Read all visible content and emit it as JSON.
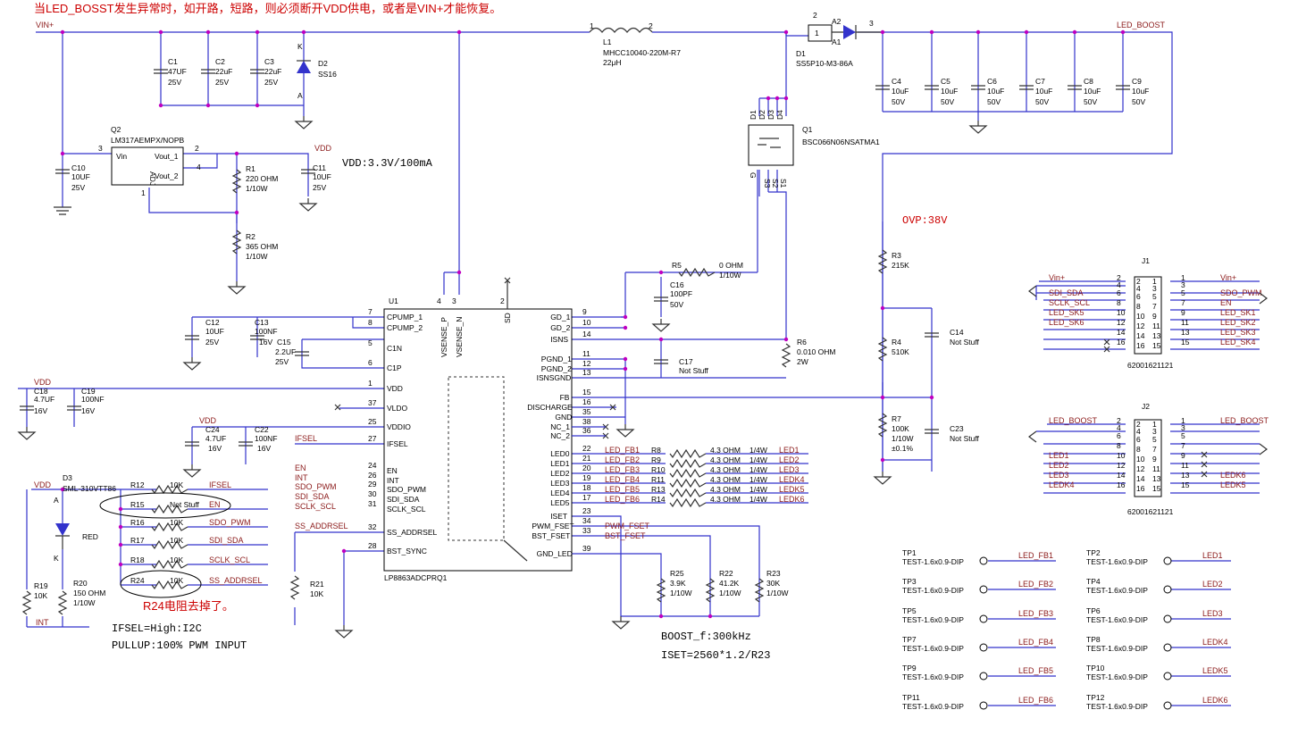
{
  "header_note": "当LED_BOSST发生异常时，如开路，短路，则必须断开VDD供电，或者是VIN+才能恢复。",
  "notes": {
    "vdd_supply": "VDD:3.3V/100mA",
    "ovp": "OVP:38V",
    "ifsel": "IFSEL=High:I2C",
    "pullup": "PULLUP:100% PWM INPUT",
    "r24_removed": "R24电阻去掉了。",
    "boost_freq": "BOOST_f:300kHz",
    "iset_formula": "ISET=2560*1.2/R23"
  },
  "nets": {
    "vin": "VIN+",
    "led_boost": "LED_BOOST",
    "vdd": "VDD",
    "int": "INT",
    "ifsel": "IFSEL",
    "en": "EN",
    "sdo_pwm": "SDO_PWM",
    "sdi_sda": "SDI_SDA",
    "sclk_scl": "SCLK_SCL",
    "ss_addrsel": "SS_ADDRSEL",
    "pwm_fset": "PWM_FSET",
    "bst_fset": "BST_FSET"
  },
  "inductor": {
    "ref": "L1",
    "part": "MHCC10040-220M-R7",
    "value": "22μH",
    "pin1": "1",
    "pin2": "2"
  },
  "diode_d1": {
    "ref": "D1",
    "part": "SS5P10-M3-86A",
    "pin_a2": "2",
    "pin_k": "3",
    "lab_a2": "A2",
    "lab_a1": "A1",
    "lab_1": "1"
  },
  "diode_d2": {
    "ref": "D2",
    "part": "SS16",
    "k": "K",
    "a": "A"
  },
  "input_caps": [
    {
      "ref": "C1",
      "value": "47UF",
      "volt": "25V"
    },
    {
      "ref": "C2",
      "value": "22uF",
      "volt": "25V"
    },
    {
      "ref": "C3",
      "value": "22uF",
      "volt": "25V"
    }
  ],
  "output_caps": [
    {
      "ref": "C4",
      "value": "10uF",
      "volt": "50V"
    },
    {
      "ref": "C5",
      "value": "10uF",
      "volt": "50V"
    },
    {
      "ref": "C6",
      "value": "10uF",
      "volt": "50V"
    },
    {
      "ref": "C7",
      "value": "10uF",
      "volt": "50V"
    },
    {
      "ref": "C8",
      "value": "10uF",
      "volt": "50V"
    },
    {
      "ref": "C9",
      "value": "10uF",
      "volt": "50V"
    }
  ],
  "regulator": {
    "ref": "Q2",
    "part": "LM317AEMPX/NOPB",
    "vin": "Vin",
    "vout1": "Vout_1",
    "vout2": "Vout_2",
    "adj": "ADJ",
    "p3": "3",
    "p2": "2",
    "p4": "4",
    "p1": "1"
  },
  "reg_parts": {
    "c10": {
      "ref": "C10",
      "value": "10UF",
      "volt": "25V"
    },
    "c11": {
      "ref": "C11",
      "value": "10UF",
      "volt": "25V"
    },
    "r1": {
      "ref": "R1",
      "value": "220 OHM",
      "pwr": "1/10W"
    },
    "r2": {
      "ref": "R2",
      "value": "365 OHM",
      "pwr": "1/10W"
    }
  },
  "mosfet": {
    "ref": "Q1",
    "part": "BSC066N06NSATMA1",
    "drains": [
      "D1",
      "D2",
      "D3",
      "D4"
    ],
    "sources": [
      "S3",
      "S2",
      "S1"
    ],
    "gate": "G"
  },
  "ic": {
    "ref": "U1",
    "part": "LP8863ADCPRQ1",
    "left_pins": [
      {
        "num": "7",
        "name": "CPUMP_1"
      },
      {
        "num": "8",
        "name": "CPUMP_2"
      },
      {
        "num": "5",
        "name": "C1N"
      },
      {
        "num": "6",
        "name": "C1P"
      },
      {
        "num": "1",
        "name": "VDD"
      },
      {
        "num": "37",
        "name": "VLDO"
      },
      {
        "num": "25",
        "name": "VDDIO"
      },
      {
        "num": "27",
        "name": "IFSEL"
      },
      {
        "num": "24",
        "name": "EN"
      },
      {
        "num": "26",
        "name": "INT"
      },
      {
        "num": "29",
        "name": "SDO_PWM"
      },
      {
        "num": "30",
        "name": "SDI_SDA"
      },
      {
        "num": "31",
        "name": "SCLK_SCL"
      },
      {
        "num": "32",
        "name": "SS_ADDRSEL"
      },
      {
        "num": "28",
        "name": "BST_SYNC"
      }
    ],
    "top_pins": [
      {
        "num": "4",
        "name": "VSENSE_P"
      },
      {
        "num": "3",
        "name": "VSENSE_N"
      },
      {
        "num": "2",
        "name": "SD"
      }
    ],
    "right_pins": [
      {
        "num": "9",
        "name": "GD_1"
      },
      {
        "num": "10",
        "name": "GD_2"
      },
      {
        "num": "14",
        "name": "ISNS"
      },
      {
        "num": "11",
        "name": "PGND_1"
      },
      {
        "num": "12",
        "name": "PGND_2"
      },
      {
        "num": "13",
        "name": "ISNSGND"
      },
      {
        "num": "15",
        "name": "FB"
      },
      {
        "num": "16",
        "name": "DISCHARGE"
      },
      {
        "num": "35",
        "name": "GND"
      },
      {
        "num": "38",
        "name": "NC_1"
      },
      {
        "num": "36",
        "name": "NC_2"
      },
      {
        "num": "22",
        "name": "LED0"
      },
      {
        "num": "21",
        "name": "LED1"
      },
      {
        "num": "20",
        "name": "LED2"
      },
      {
        "num": "19",
        "name": "LED3"
      },
      {
        "num": "18",
        "name": "LED4"
      },
      {
        "num": "17",
        "name": "LED5"
      },
      {
        "num": "23",
        "name": "ISET"
      },
      {
        "num": "34",
        "name": "PWM_FSET"
      },
      {
        "num": "33",
        "name": "BST_FSET"
      },
      {
        "num": "39",
        "name": "GND_LED"
      }
    ]
  },
  "ic_side_parts": {
    "c12": {
      "ref": "C12",
      "value": "10UF",
      "volt": "25V"
    },
    "c13": {
      "ref": "C13",
      "value": "100NF",
      "volt": "16V"
    },
    "c15": {
      "ref": "C15",
      "value": "2.2UF",
      "volt": "25V"
    },
    "c18": {
      "ref": "C18",
      "value": "4.7UF",
      "volt": "16V"
    },
    "c19": {
      "ref": "C19",
      "value": "100NF",
      "volt": "16V"
    },
    "c24": {
      "ref": "C24",
      "value": "4.7UF",
      "volt": "16V"
    },
    "c22": {
      "ref": "C22",
      "value": "100NF",
      "volt": "16V"
    },
    "r5": {
      "ref": "R5",
      "value": "0 OHM",
      "pwr": "1/10W"
    },
    "c16": {
      "ref": "C16",
      "value": "100PF",
      "volt": "50V"
    },
    "c17": {
      "ref": "C17",
      "value": "Not Stuff"
    },
    "r6": {
      "ref": "R6",
      "value": "0.010 OHM",
      "pwr": "2W"
    },
    "r3": {
      "ref": "R3",
      "value": "215K"
    },
    "r4": {
      "ref": "R4",
      "value": "510K"
    },
    "r7": {
      "ref": "R7",
      "value": "100K",
      "pwr": "1/10W",
      "tol": "±0.1%"
    },
    "c14": {
      "ref": "C14",
      "value": "Not Stuff"
    },
    "c23": {
      "ref": "C23",
      "value": "Not Stuff"
    },
    "r21": {
      "ref": "R21",
      "value": "10K"
    },
    "r25": {
      "ref": "R25",
      "value": "3.9K",
      "pwr": "1/10W"
    },
    "r22": {
      "ref": "R22",
      "value": "41.2K",
      "pwr": "1/10W"
    },
    "r23": {
      "ref": "R23",
      "value": "30K",
      "pwr": "1/10W"
    }
  },
  "led_resistors": [
    {
      "ref": "R8",
      "value": "4.3 OHM",
      "pwr": "1/4W",
      "fb": "LED_FB1",
      "led": "LED1"
    },
    {
      "ref": "R9",
      "value": "4.3 OHM",
      "pwr": "1/4W",
      "fb": "LED_FB2",
      "led": "LED2"
    },
    {
      "ref": "R10",
      "value": "4.3 OHM",
      "pwr": "1/4W",
      "fb": "LED_FB3",
      "led": "LED3"
    },
    {
      "ref": "R11",
      "value": "4.3 OHM",
      "pwr": "1/4W",
      "fb": "LED_FB4",
      "led": "LEDK4"
    },
    {
      "ref": "R13",
      "value": "4.3 OHM",
      "pwr": "1/4W",
      "fb": "LED_FB5",
      "led": "LEDK5"
    },
    {
      "ref": "R14",
      "value": "4.3 OHM",
      "pwr": "1/4W",
      "fb": "LED_FB6",
      "led": "LEDK6"
    }
  ],
  "pullups": [
    {
      "ref": "R12",
      "value": "10K",
      "net": "IFSEL"
    },
    {
      "ref": "R15",
      "value": "Not Stuff",
      "net": "EN"
    },
    {
      "ref": "R16",
      "value": "10K",
      "net": "SDO_PWM"
    },
    {
      "ref": "R17",
      "value": "10K",
      "net": "SDI_SDA"
    },
    {
      "ref": "R18",
      "value": "10K",
      "net": "SCLK_SCL"
    },
    {
      "ref": "R24",
      "value": "10K",
      "net": "SS_ADDRSEL"
    }
  ],
  "led_d3": {
    "ref": "D3",
    "part": "SML-310VTT86",
    "color": "RED",
    "a": "A",
    "k": "K"
  },
  "r19": {
    "ref": "R19",
    "value": "10K"
  },
  "r20": {
    "ref": "R20",
    "value": "150 OHM",
    "pwr": "1/10W"
  },
  "j1": {
    "ref": "J1",
    "part": "62001621121",
    "rows": [
      {
        "l": "Vin+",
        "lp": "2",
        "ip1": "2",
        "ip2": "1",
        "rp": "1",
        "r": "Vin+"
      },
      {
        "l": "",
        "lp": "4",
        "ip1": "4",
        "ip2": "3",
        "rp": "3",
        "r": ""
      },
      {
        "l": "SDI_SDA",
        "lp": "6",
        "ip1": "6",
        "ip2": "5",
        "rp": "5",
        "r": "SDO_PWM"
      },
      {
        "l": "SCLK_SCL",
        "lp": "8",
        "ip1": "8",
        "ip2": "7",
        "rp": "7",
        "r": "EN"
      },
      {
        "l": "LED_SK5",
        "lp": "10",
        "ip1": "10",
        "ip2": "9",
        "rp": "9",
        "r": "LED_SK1"
      },
      {
        "l": "LED_SK6",
        "lp": "12",
        "ip1": "12",
        "ip2": "11",
        "rp": "11",
        "r": "LED_SK2"
      },
      {
        "l": "",
        "lp": "14",
        "ip1": "14",
        "ip2": "13",
        "rp": "13",
        "r": "LED_SK3"
      },
      {
        "l": "",
        "lp": "16",
        "ip1": "16",
        "ip2": "15",
        "rp": "15",
        "r": "LED_SK4"
      }
    ]
  },
  "j2": {
    "ref": "J2",
    "part": "62001621121",
    "rows": [
      {
        "l": "LED_BOOST",
        "lp": "2",
        "ip1": "2",
        "ip2": "1",
        "rp": "1",
        "r": "LED_BOOST"
      },
      {
        "l": "",
        "lp": "4",
        "ip1": "4",
        "ip2": "3",
        "rp": "3",
        "r": ""
      },
      {
        "l": "",
        "lp": "6",
        "ip1": "6",
        "ip2": "5",
        "rp": "5",
        "r": ""
      },
      {
        "l": "",
        "lp": "8",
        "ip1": "8",
        "ip2": "7",
        "rp": "7",
        "r": ""
      },
      {
        "l": "LED1",
        "lp": "10",
        "ip1": "10",
        "ip2": "9",
        "rp": "9",
        "r": ""
      },
      {
        "l": "LED2",
        "lp": "12",
        "ip1": "12",
        "ip2": "11",
        "rp": "11",
        "r": ""
      },
      {
        "l": "LED3",
        "lp": "14",
        "ip1": "14",
        "ip2": "13",
        "rp": "13",
        "r": "LEDK6"
      },
      {
        "l": "LEDK4",
        "lp": "16",
        "ip1": "16",
        "ip2": "15",
        "rp": "15",
        "r": "LEDK5"
      }
    ]
  },
  "test_points": [
    {
      "ref": "TP1",
      "part": "TEST-1.6x0.9-DIP",
      "net": "LED_FB1"
    },
    {
      "ref": "TP2",
      "part": "TEST-1.6x0.9-DIP",
      "net": "LED1"
    },
    {
      "ref": "TP3",
      "part": "TEST-1.6x0.9-DIP",
      "net": "LED_FB2"
    },
    {
      "ref": "TP4",
      "part": "TEST-1.6x0.9-DIP",
      "net": "LED2"
    },
    {
      "ref": "TP5",
      "part": "TEST-1.6x0.9-DIP",
      "net": "LED_FB3"
    },
    {
      "ref": "TP6",
      "part": "TEST-1.6x0.9-DIP",
      "net": "LED3"
    },
    {
      "ref": "TP7",
      "part": "TEST-1.6x0.9-DIP",
      "net": "LED_FB4"
    },
    {
      "ref": "TP8",
      "part": "TEST-1.6x0.9-DIP",
      "net": "LEDK4"
    },
    {
      "ref": "TP9",
      "part": "TEST-1.6x0.9-DIP",
      "net": "LED_FB5"
    },
    {
      "ref": "TP10",
      "part": "TEST-1.6x0.9-DIP",
      "net": "LEDK5"
    },
    {
      "ref": "TP11",
      "part": "TEST-1.6x0.9-DIP",
      "net": "LED_FB6"
    },
    {
      "ref": "TP12",
      "part": "TEST-1.6x0.9-DIP",
      "net": "LEDK6"
    }
  ]
}
